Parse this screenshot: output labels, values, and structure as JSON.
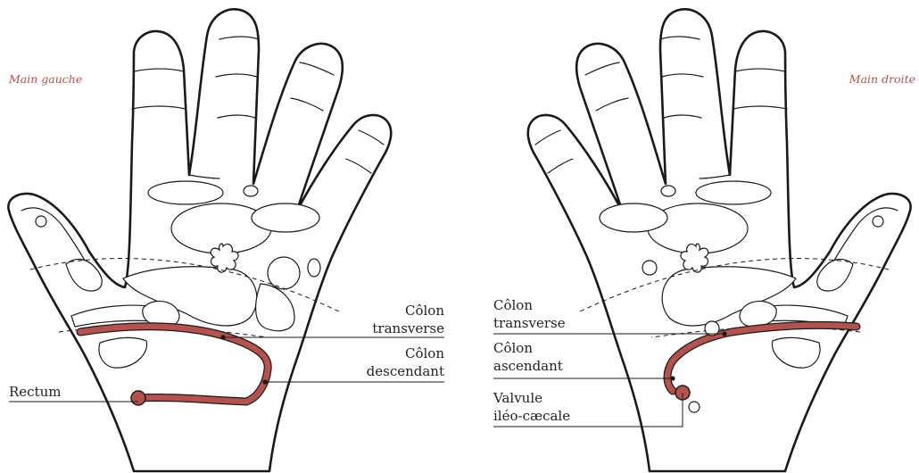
{
  "hands": {
    "left_title": "Main gauche",
    "right_title": "Main droite"
  },
  "labels": {
    "left_colon_transverse_1": "Côlon",
    "left_colon_transverse_2": "transverse",
    "left_colon_descendant_1": "Côlon",
    "left_colon_descendant_2": "descendant",
    "left_rectum": "Rectum",
    "right_colon_transverse_1": "Côlon",
    "right_colon_transverse_2": "transverse",
    "right_colon_ascendant_1": "Côlon",
    "right_colon_ascendant_2": "ascendant",
    "right_valvule_1": "Valvule",
    "right_valvule_2": "iléo-cæcale"
  },
  "colors": {
    "colon": "#b5524e",
    "outline": "#1a1a1a",
    "title": "#b5524e"
  }
}
